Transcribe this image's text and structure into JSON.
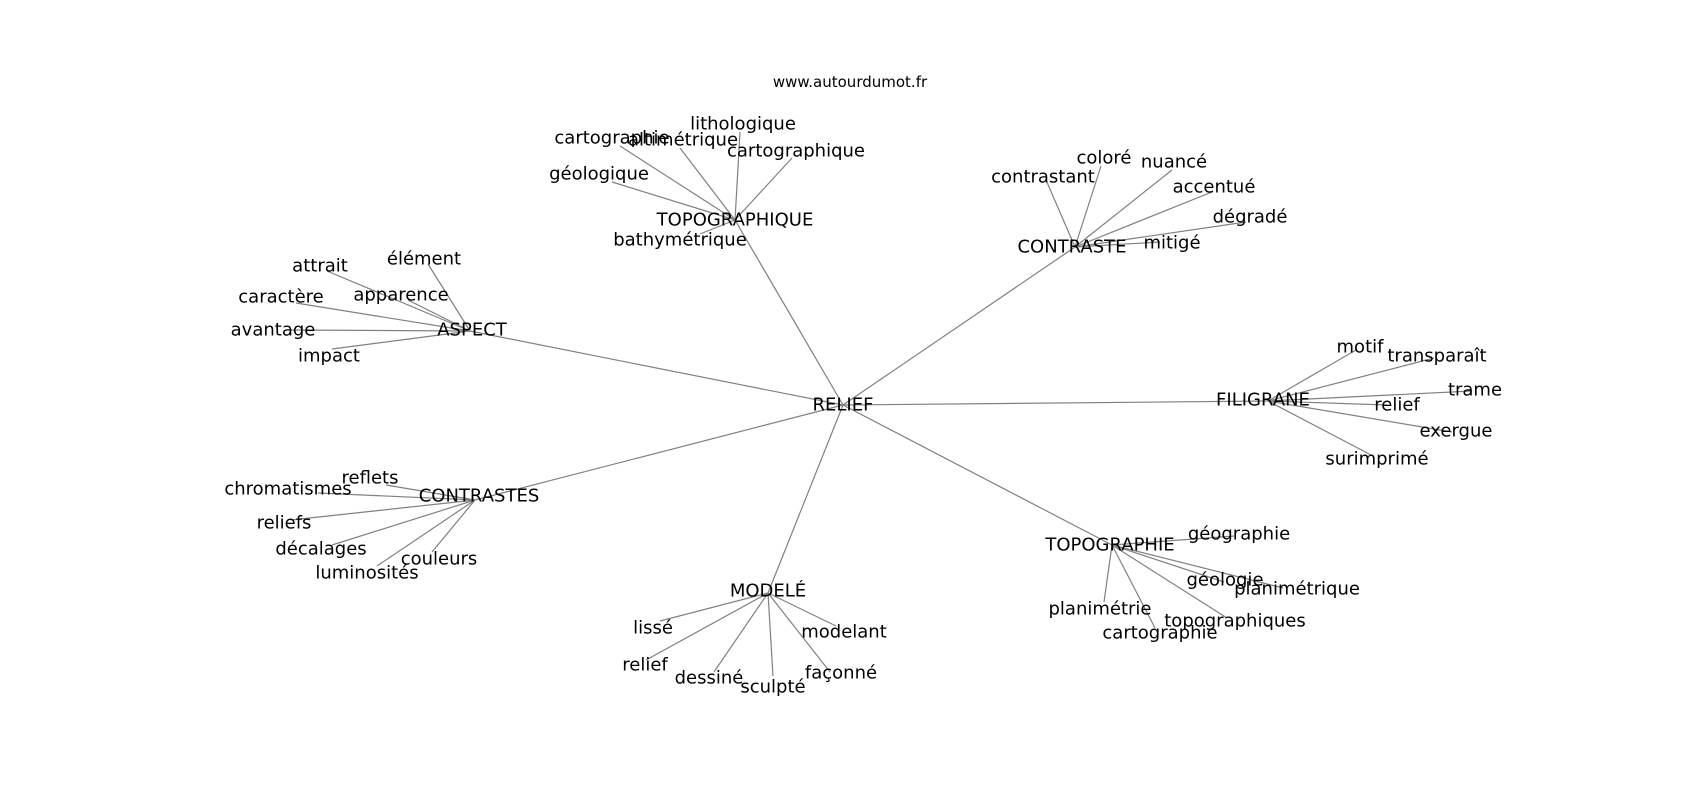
{
  "header": {
    "site": "www.autourdumot.fr"
  },
  "graph": {
    "center": "RELIEF",
    "hubs": [
      {
        "id": "topographique",
        "label": "TOPOGRAPHIQUE",
        "leaves": [
          "cartographie",
          "altimétrique",
          "lithologique",
          "cartographique",
          "géologique",
          "bathymétrique"
        ]
      },
      {
        "id": "contraste",
        "label": "CONTRASTE",
        "leaves": [
          "contrastant",
          "coloré",
          "nuancé",
          "accentué",
          "dégradé",
          "mitigé"
        ]
      },
      {
        "id": "aspect",
        "label": "ASPECT",
        "leaves": [
          "attrait",
          "élément",
          "caractère",
          "apparence",
          "avantage",
          "impact"
        ]
      },
      {
        "id": "filigrane",
        "label": "FILIGRANE",
        "leaves": [
          "motif",
          "transparaît",
          "trame",
          "relief",
          "exergue",
          "surimprimé"
        ]
      },
      {
        "id": "contrastes",
        "label": "CONTRASTES",
        "leaves": [
          "reflets",
          "chromatismes",
          "reliefs",
          "décalages",
          "luminosités",
          "couleurs"
        ]
      },
      {
        "id": "topographie",
        "label": "TOPOGRAPHIE",
        "leaves": [
          "géographie",
          "géologie",
          "planimétrique",
          "planimétrie",
          "topographiques",
          "cartographie"
        ]
      },
      {
        "id": "modele",
        "label": "MODELÉ",
        "leaves": [
          "lissé",
          "modelant",
          "relief",
          "façonné",
          "dessiné",
          "sculpté"
        ]
      }
    ]
  }
}
